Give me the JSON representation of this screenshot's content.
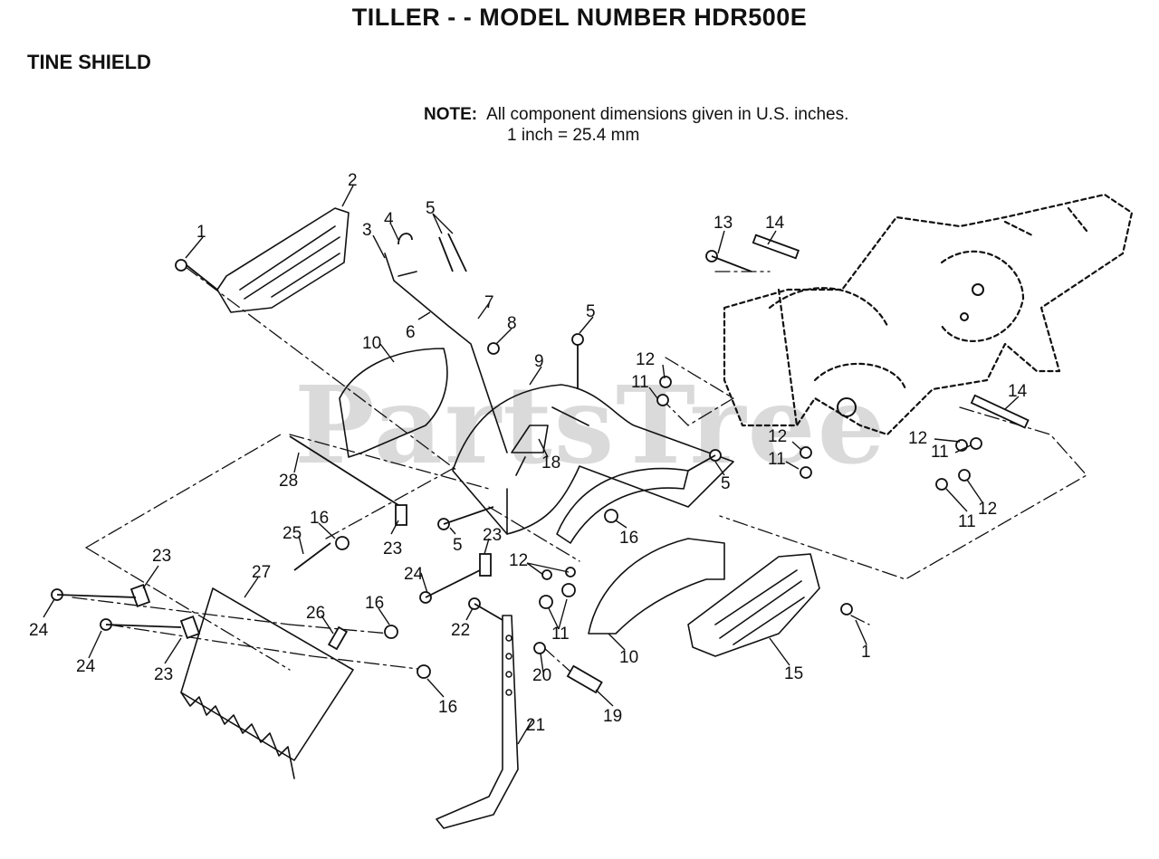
{
  "header": {
    "title": "TILLER - - MODEL NUMBER HDR500E",
    "subtitle": "TINE SHIELD"
  },
  "note": {
    "label": "NOTE:",
    "line1": "All component dimensions given in U.S. inches.",
    "line2": "1 inch = 25.4 mm"
  },
  "watermark": "PartsTree",
  "callouts": [
    {
      "label": "1",
      "part": "left-nut"
    },
    {
      "label": "2",
      "part": "left-side-shield"
    },
    {
      "label": "3",
      "part": "depth-rod"
    },
    {
      "label": "4",
      "part": "clip"
    },
    {
      "label": "5",
      "part": "bolt-top"
    },
    {
      "label": "6",
      "part": "spring"
    },
    {
      "label": "7",
      "part": "link"
    },
    {
      "label": "8",
      "part": "knob"
    },
    {
      "label": "5",
      "part": "bolt-center"
    },
    {
      "label": "9",
      "part": "tine-shield-hood"
    },
    {
      "label": "10",
      "part": "left-inner-flap"
    },
    {
      "label": "12",
      "part": "washer-center"
    },
    {
      "label": "11",
      "part": "spacer-center"
    },
    {
      "label": "13",
      "part": "frame-bolt"
    },
    {
      "label": "14",
      "part": "top-bracket"
    },
    {
      "label": "14",
      "part": "right-bracket"
    },
    {
      "label": "12",
      "part": "washer-frame"
    },
    {
      "label": "11",
      "part": "spacer-frame"
    },
    {
      "label": "12",
      "part": "washer-right-a"
    },
    {
      "label": "11",
      "part": "spacer-right-a"
    },
    {
      "label": "11",
      "part": "spacer-right-b"
    },
    {
      "label": "12",
      "part": "washer-right-b"
    },
    {
      "label": "18",
      "part": "latch"
    },
    {
      "label": "5",
      "part": "bolt-right"
    },
    {
      "label": "28",
      "part": "hinge-rod"
    },
    {
      "label": "16",
      "part": "nut-left"
    },
    {
      "label": "25",
      "part": "pin"
    },
    {
      "label": "23",
      "part": "hinge-bracket-left"
    },
    {
      "label": "5",
      "part": "bolt-lower"
    },
    {
      "label": "23",
      "part": "hinge-bracket-center"
    },
    {
      "label": "16",
      "part": "nut-right"
    },
    {
      "label": "12",
      "part": "washer-lower"
    },
    {
      "label": "24",
      "part": "bolt-center-lower"
    },
    {
      "label": "23",
      "part": "hinge-bracket-far-left"
    },
    {
      "label": "27",
      "part": "rear-flap"
    },
    {
      "label": "26",
      "part": "flap-pin"
    },
    {
      "label": "16",
      "part": "nut-flap-top"
    },
    {
      "label": "24",
      "part": "bolt-far-left-a"
    },
    {
      "label": "24",
      "part": "bolt-far-left-b"
    },
    {
      "label": "23",
      "part": "hinge-bracket-bottom-left"
    },
    {
      "label": "16",
      "part": "nut-flap-bottom"
    },
    {
      "label": "22",
      "part": "drag-bar-bolt"
    },
    {
      "label": "11",
      "part": "spacer-lower"
    },
    {
      "label": "20",
      "part": "drag-washer"
    },
    {
      "label": "10",
      "part": "right-inner-flap"
    },
    {
      "label": "19",
      "part": "drag-pin"
    },
    {
      "label": "21",
      "part": "drag-bar"
    },
    {
      "label": "15",
      "part": "right-side-shield"
    },
    {
      "label": "1",
      "part": "right-nut"
    }
  ]
}
